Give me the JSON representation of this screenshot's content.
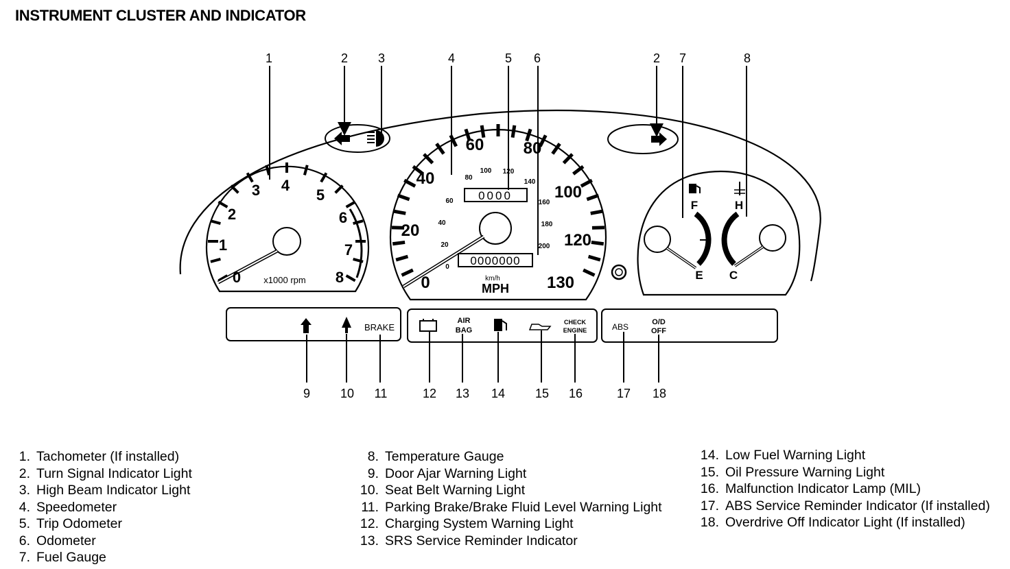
{
  "title": "INSTRUMENT CLUSTER AND INDICATOR",
  "callouts": {
    "top": [
      "1",
      "2",
      "3",
      "4",
      "5",
      "6",
      "2",
      "7",
      "8"
    ],
    "bottom": [
      "9",
      "10",
      "11",
      "12",
      "13",
      "14",
      "15",
      "16",
      "17",
      "18"
    ]
  },
  "tachometer": {
    "numbers": [
      "0",
      "1",
      "2",
      "3",
      "4",
      "5",
      "6",
      "7",
      "8"
    ],
    "unit": "x1000 rpm"
  },
  "speedometer": {
    "mph": [
      "0",
      "20",
      "40",
      "60",
      "80",
      "100",
      "120",
      "130"
    ],
    "kmh": [
      "0",
      "20",
      "40",
      "60",
      "80",
      "100",
      "120",
      "140",
      "160",
      "180",
      "200"
    ],
    "unit_top": "km/h",
    "unit_bottom": "MPH",
    "trip_display": "0000",
    "odometer_display": "0000000"
  },
  "fuel_gauge": {
    "full": "F",
    "empty": "E"
  },
  "temp_gauge": {
    "hot": "H",
    "cold": "C"
  },
  "warning_lights": {
    "brake": "BRAKE",
    "airbag_1": "AIR",
    "airbag_2": "BAG",
    "check_1": "CHECK",
    "check_2": "ENGINE",
    "abs": "ABS",
    "od_1": "O/D",
    "od_2": "OFF"
  },
  "legend": {
    "col1": [
      {
        "num": "1.",
        "text": "Tachometer (If installed)"
      },
      {
        "num": "2.",
        "text": "Turn Signal Indicator Light"
      },
      {
        "num": "3.",
        "text": "High Beam Indicator Light"
      },
      {
        "num": "4.",
        "text": "Speedometer"
      },
      {
        "num": "5.",
        "text": "Trip Odometer"
      },
      {
        "num": "6.",
        "text": "Odometer"
      },
      {
        "num": "7.",
        "text": "Fuel Gauge"
      }
    ],
    "col2": [
      {
        "num": "8.",
        "text": "Temperature Gauge"
      },
      {
        "num": "9.",
        "text": "Door Ajar Warning Light"
      },
      {
        "num": "10.",
        "text": "Seat Belt Warning Light"
      },
      {
        "num": "11.",
        "text": "Parking Brake/Brake Fluid Level Warning Light"
      },
      {
        "num": "12.",
        "text": "Charging System Warning Light"
      },
      {
        "num": "13.",
        "text": "SRS Service Reminder Indicator"
      }
    ],
    "col3": [
      {
        "num": "14.",
        "text": "Low Fuel Warning Light"
      },
      {
        "num": "15.",
        "text": "Oil Pressure Warning Light"
      },
      {
        "num": "16.",
        "text": "Malfunction Indicator Lamp (MIL)"
      },
      {
        "num": "17.",
        "text": "ABS Service Reminder Indicator (If installed)"
      },
      {
        "num": "18.",
        "text": "Overdrive Off Indicator Light (If installed)"
      }
    ]
  }
}
